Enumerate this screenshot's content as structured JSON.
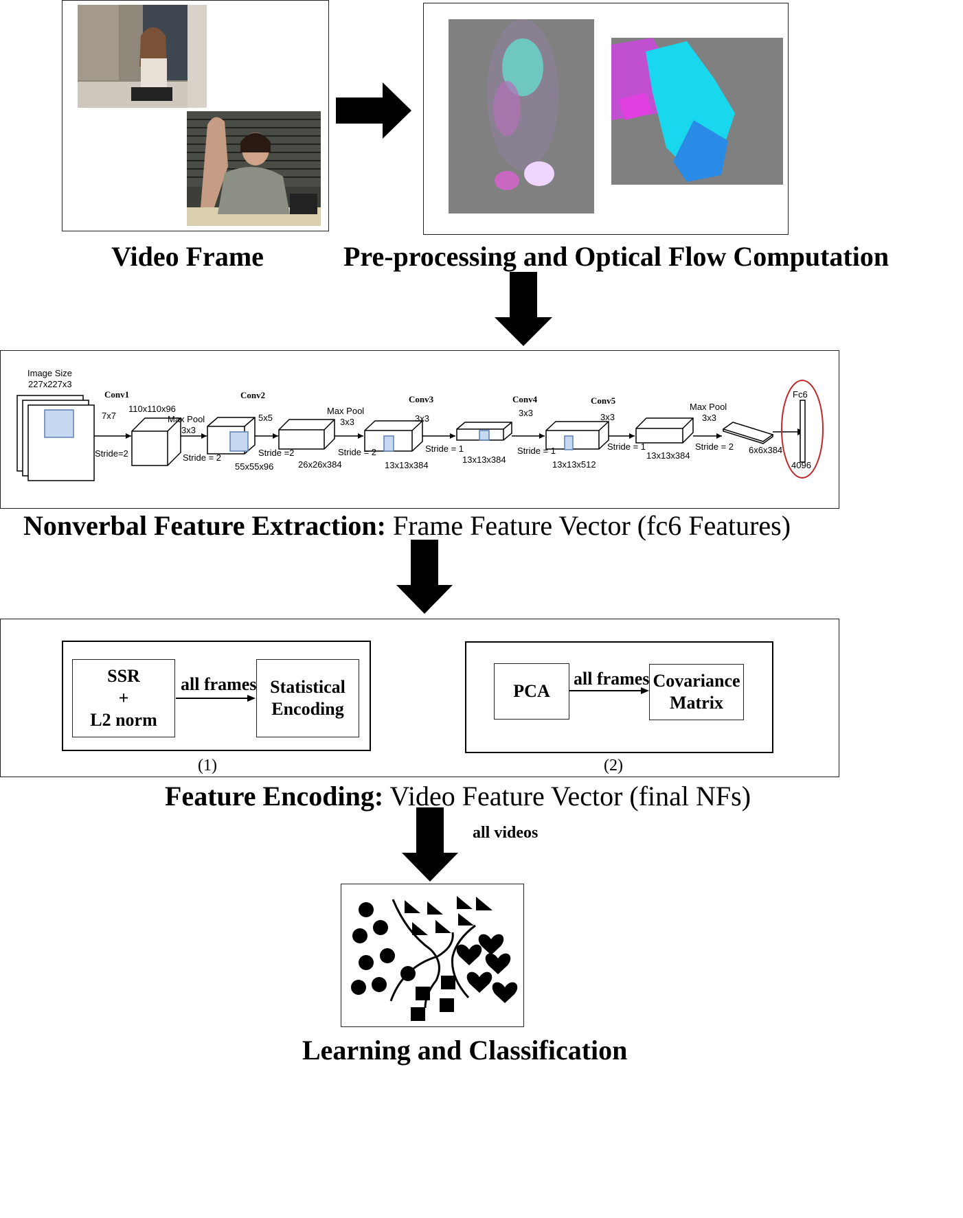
{
  "captions": {
    "video_frame": "Video Frame",
    "optical_flow": "Pre-processing and Optical Flow Computation",
    "nonverbal_bold": "Nonverbal Feature Extraction:",
    "nonverbal_rest": " Frame Feature Vector (fc6 Features)",
    "encoding_bold": "Feature Encoding:",
    "encoding_rest": " Video Feature Vector (final NFs)",
    "learning": "Learning and Classification"
  },
  "cnn": {
    "image_size_l1": "Image Size",
    "image_size_l2": "227x227x3",
    "conv1": "Conv1",
    "k7": "7x7",
    "stride2_a": "Stride=2",
    "dim_110": "110x110x96",
    "maxpool_a": "Max Pool",
    "mp_a_k": "3x3",
    "stride_a2": "Stride = 2",
    "conv2": "Conv2",
    "k5": "5x5",
    "dim_55": "55x55x96",
    "stride_b": "Stride =2",
    "maxpool_b": "Max Pool",
    "mp_b_k": "3x3",
    "dim_26": "26x26x384",
    "stride_c": "Stride = 2",
    "conv3": "Conv3",
    "k3_a": "3x3",
    "dim_13_a": "13x13x384",
    "stride_d": "Stride = 1",
    "dim_13_b": "13x13x384",
    "conv4": "Conv4",
    "k3_b": "3x3",
    "stride_e": "Stride = 1",
    "conv5": "Conv5",
    "k3_c": "3x3",
    "dim_13_512": "13x13x512",
    "stride_f": "Stride = 1",
    "dim_13_c": "13x13x384",
    "maxpool_c": "Max Pool",
    "mp_c_k": "3x3",
    "stride_g": "Stride = 2",
    "dim_6": "6x6x384",
    "fc6": "Fc6",
    "fc6_dim": "4096"
  },
  "encoding": {
    "ssr_l1": "SSR",
    "ssr_l2": "+",
    "ssr_l3": "L2 norm",
    "all_frames_1": "all frames",
    "stat_l1": "Statistical",
    "stat_l2": "Encoding",
    "pca": "PCA",
    "all_frames_2": "all frames",
    "cov_l1": "Covariance",
    "cov_l2": "Matrix",
    "num1": "(1)",
    "num2": "(2)"
  },
  "learning": {
    "all_videos": "all videos"
  },
  "colors": {
    "fc6_ellipse": "#c0282d",
    "filter_fill": "#c5d9f1",
    "filter_stroke": "#5b7fb5",
    "flow_gray": "#808080",
    "flow_cyan": "#19e6ee",
    "flow_magenta": "#d25ad2"
  }
}
